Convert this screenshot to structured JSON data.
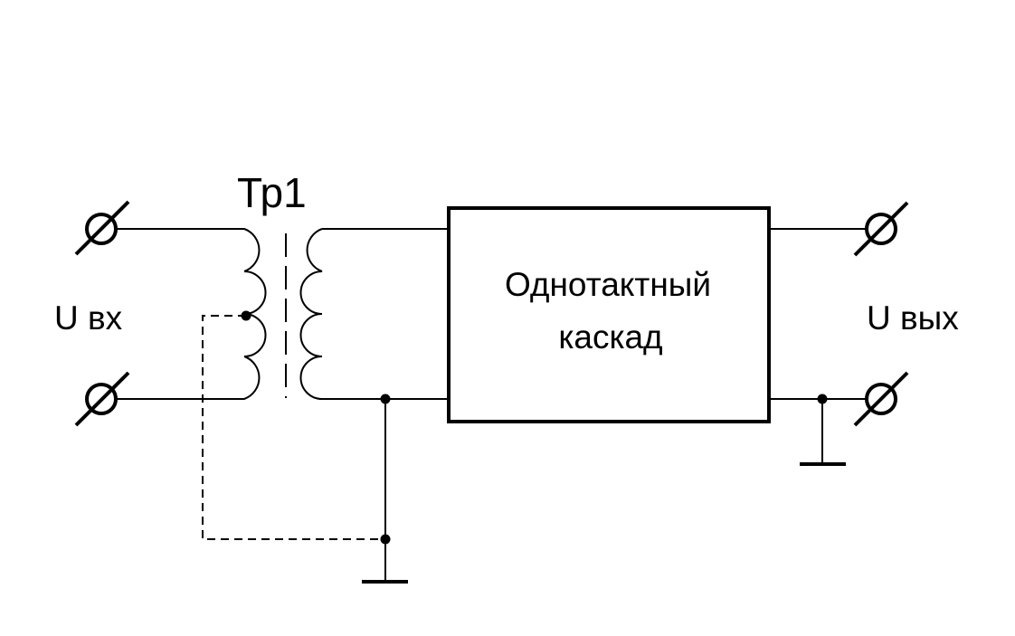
{
  "diagram": {
    "transformer_label": "Тр1",
    "input_label": "U вх",
    "output_label": "U вых",
    "block_label_line1": "Однотактный",
    "block_label_line2": "каскад"
  }
}
